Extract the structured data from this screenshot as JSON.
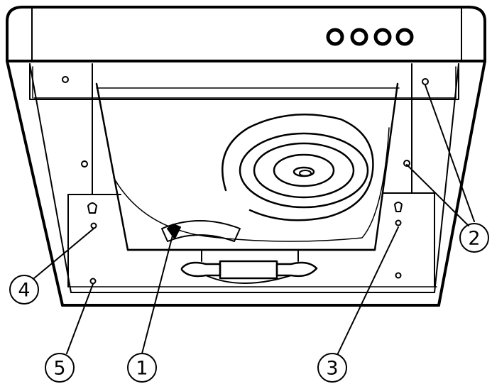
{
  "diagram": {
    "subject": "range-hood-underside",
    "colors": {
      "line": "#000000",
      "background": "#ffffff"
    },
    "callouts": [
      {
        "id": "callout-1",
        "label": "1"
      },
      {
        "id": "callout-2",
        "label": "2"
      },
      {
        "id": "callout-3",
        "label": "3"
      },
      {
        "id": "callout-4",
        "label": "4"
      },
      {
        "id": "callout-5",
        "label": "5"
      }
    ],
    "control_buttons_count": 4
  }
}
